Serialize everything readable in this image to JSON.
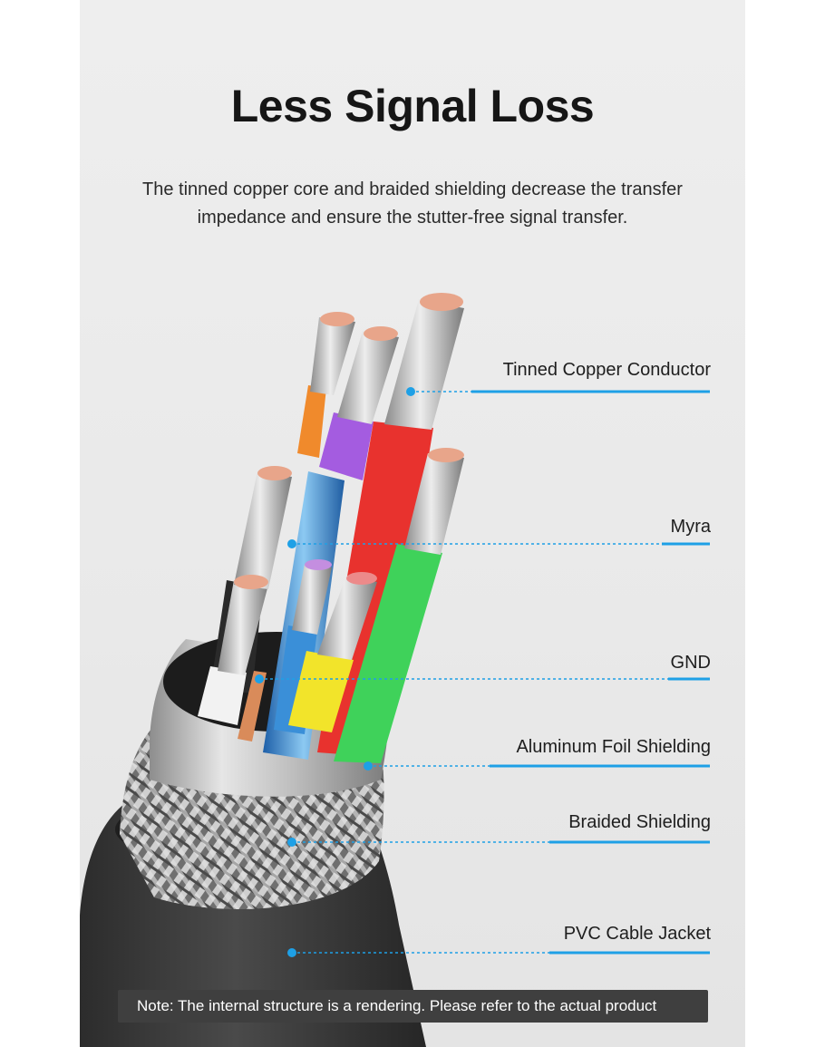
{
  "header": {
    "title": "Less Signal Loss",
    "subtitle_line1": "The tinned copper core and braided shielding decrease the transfer",
    "subtitle_line2": "impedance and ensure the stutter-free signal transfer."
  },
  "callouts": {
    "conductor": "Tinned Copper Conductor",
    "myra": "Myra",
    "gnd": "GND",
    "foil": "Aluminum Foil Shielding",
    "braid": "Braided Shielding",
    "jacket": "PVC Cable Jacket"
  },
  "note": "Note: The internal structure is a rendering. Please refer to the actual product",
  "colors": {
    "accent_line": "#1ea0e6",
    "wire_red": "#e8322e",
    "wire_green": "#3fd25a",
    "wire_purple": "#a45ce0",
    "wire_orange": "#f08a2c",
    "wire_blue": "#3a8fd8",
    "wire_yellow": "#f2e42a",
    "wire_white": "#f4f4f4",
    "wire_black": "#2a2a2a",
    "jacket": "#3b3b3b"
  }
}
